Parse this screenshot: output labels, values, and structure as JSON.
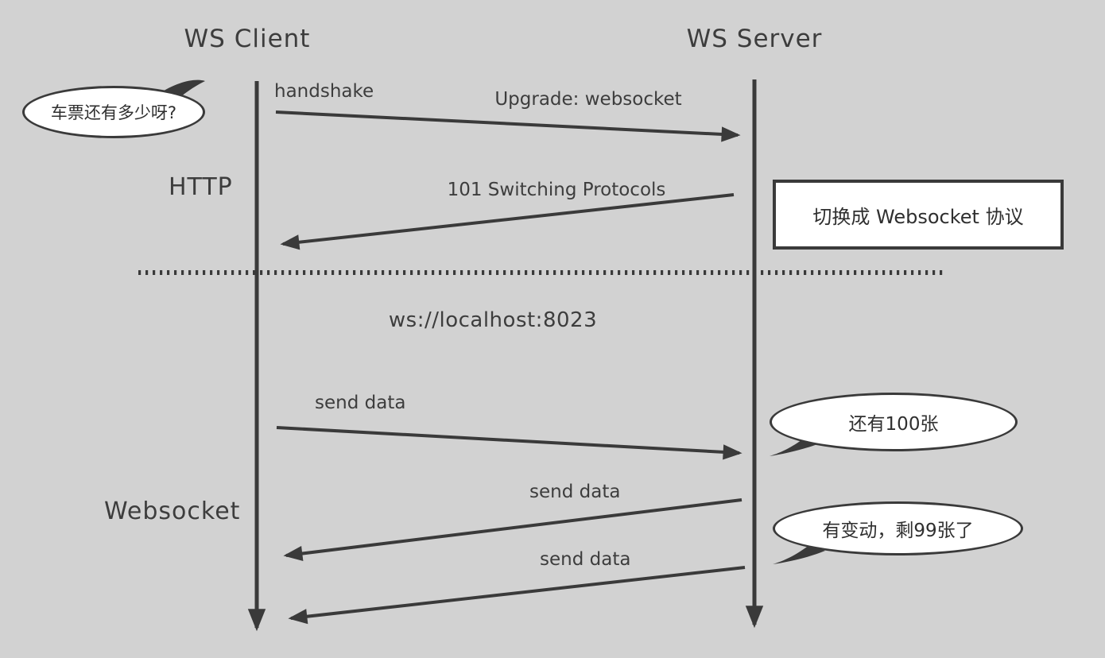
{
  "diagram": {
    "type": "sequence-diagram",
    "client_title": "WS Client",
    "server_title": "WS Server",
    "http_phase_label": "HTTP",
    "websocket_phase_label": "Websocket",
    "handshake_label": "handshake",
    "upgrade_label": "Upgrade: websocket",
    "switching_label": "101 Switching Protocols",
    "url_label": "ws://localhost:8023",
    "send_data_1": "send data",
    "send_data_2": "send data",
    "send_data_3": "send data",
    "note_text": "切换成 Websocket 协议",
    "bubble_question": "车票还有多少呀?",
    "bubble_answer_1": "还有100张",
    "bubble_answer_2": "有变动，剩99张了",
    "messages": [
      {
        "from": "client",
        "to": "server",
        "label": "handshake / Upgrade: websocket"
      },
      {
        "from": "server",
        "to": "client",
        "label": "101 Switching Protocols"
      },
      {
        "from": "client",
        "to": "server",
        "label": "send data"
      },
      {
        "from": "server",
        "to": "client",
        "label": "send data"
      },
      {
        "from": "server",
        "to": "client",
        "label": "send data"
      }
    ],
    "colors": {
      "background": "#d2d2d2",
      "stroke": "#3a3a3a",
      "text": "#3d3d3d",
      "bubble_fill": "#ffffff"
    }
  }
}
